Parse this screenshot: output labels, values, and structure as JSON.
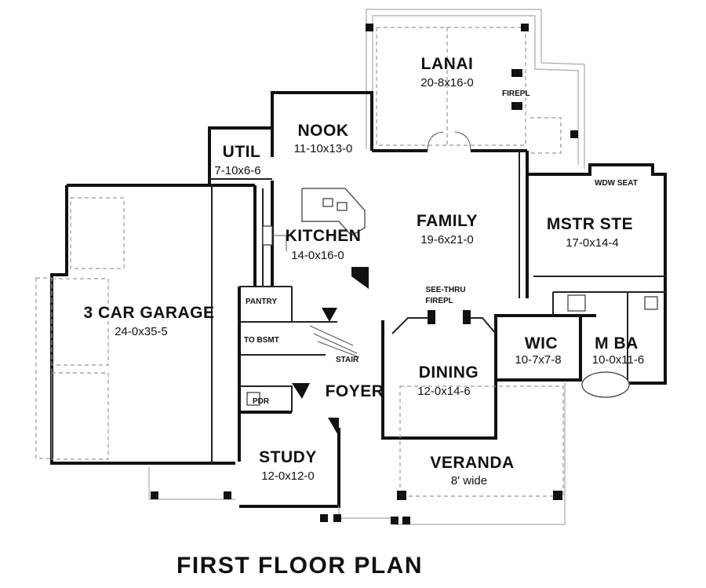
{
  "plan_title": "First Floor Plan",
  "rooms": {
    "lanai": {
      "name": "Lanai",
      "dims": "20-8x16-0"
    },
    "nook": {
      "name": "Nook",
      "dims": "11-10x13-0"
    },
    "util": {
      "name": "Util",
      "dims": "7-10x6-6"
    },
    "family": {
      "name": "Family",
      "dims": "19-6x21-0"
    },
    "kitchen": {
      "name": "Kitchen",
      "dims": "14-0x16-0"
    },
    "mstr": {
      "name": "Mstr Ste",
      "dims": "17-0x14-4"
    },
    "garage": {
      "name": "3 Car Garage",
      "dims": "24-0x35-5"
    },
    "wic": {
      "name": "WIC",
      "dims": "10-7x7-8"
    },
    "mba": {
      "name": "M Ba",
      "dims": "10-0x11-6"
    },
    "dining": {
      "name": "Dining",
      "dims": "12-0x14-6"
    },
    "foyer": {
      "name": "Foyer",
      "dims": ""
    },
    "study": {
      "name": "Study",
      "dims": "12-0x12-0"
    },
    "veranda": {
      "name": "Veranda",
      "dims": "8' wide"
    }
  },
  "labels": {
    "fireplace_lanai": "FIREPL",
    "wdw_seat": "WDW SEAT",
    "see_thru_1": "SEE-THRU",
    "see_thru_2": "FIREPL",
    "pantry": "PANTRY",
    "to_bsmt": "TO BSMT",
    "stair": "STAIR",
    "pdr": "PDR"
  }
}
